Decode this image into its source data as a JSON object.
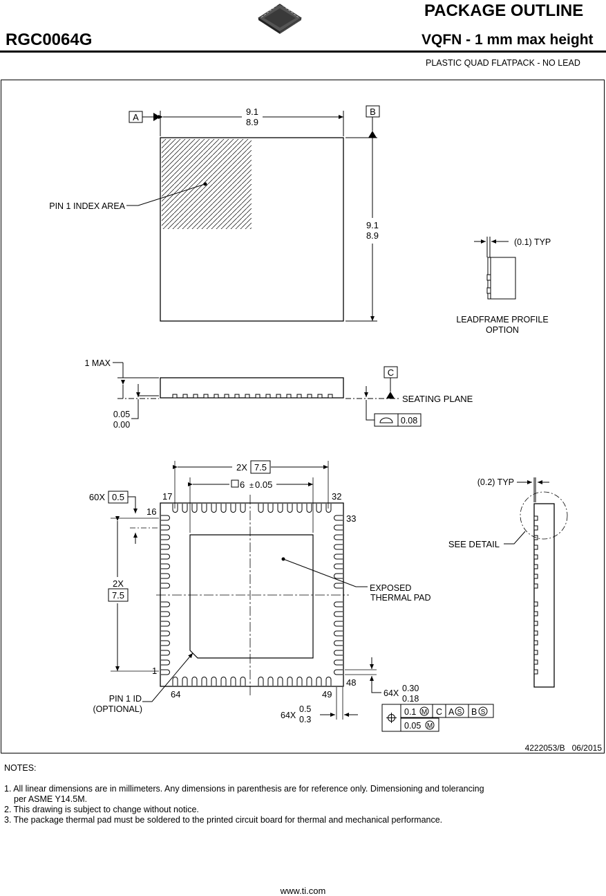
{
  "header": {
    "title": "PACKAGE OUTLINE",
    "part_number": "RGC0064G",
    "subtitle": "VQFN - 1 mm max height",
    "package_type": "PLASTIC QUAD FLATPACK - NO LEAD"
  },
  "top_view": {
    "datum_a": "A",
    "datum_b": "B",
    "width_max": "9.1",
    "width_min": "8.9",
    "height_max": "9.1",
    "height_min": "8.9",
    "pin1_index_label": "PIN 1 INDEX AREA"
  },
  "leadframe": {
    "typ_label": "(0.1) TYP",
    "option_line1": "LEADFRAME PROFILE",
    "option_line2": "OPTION"
  },
  "side_view": {
    "max_label": "1 MAX",
    "datum_c": "C",
    "seating_plane": "SEATING PLANE",
    "standoff_max": "0.05",
    "standoff_min": "0.00",
    "flatness": "0.08"
  },
  "bottom_view": {
    "span_count": "2X",
    "span_value": "7.5",
    "pad_dimension": "6",
    "pad_tolerance": "0.05",
    "pitch_count": "60X",
    "pitch_value": "0.5",
    "pin_17": "17",
    "pin_16": "16",
    "pin_32": "32",
    "pin_33": "33",
    "pin_1": "1",
    "pin_64": "64",
    "pin_49": "49",
    "pin_48": "48",
    "vertical_count": "2X",
    "vertical_value": "7.5",
    "thermal_pad_line1": "EXPOSED",
    "thermal_pad_line2": "THERMAL PAD",
    "pin1_id_line1": "PIN 1 ID",
    "pin1_id_line2": "(OPTIONAL)",
    "lead_width_count": "64X",
    "lead_width_max": "0.30",
    "lead_width_min": "0.18",
    "lead_length_count": "64X",
    "lead_length_max": "0.5",
    "lead_length_min": "0.3",
    "fcf_row1_tol": "0.1",
    "fcf_datum_c": "C",
    "fcf_datum_a": "A",
    "fcf_datum_b": "B",
    "fcf_row2_tol": "0.05"
  },
  "right_side": {
    "typ_label": "(0.2) TYP",
    "detail_label": "SEE DETAIL"
  },
  "drawing_number": "4222053/B   06/2015",
  "notes": {
    "title": "NOTES:",
    "note1_line1": "1. All linear dimensions are in millimeters. Any dimensions in parenthesis are for reference only. Dimensioning and tolerancing",
    "note1_line2": "per ASME Y14.5M.",
    "note2": "2. This drawing is subject to change without notice.",
    "note3": "3. The package thermal pad must be soldered to the printed circuit board for thermal and mechanical performance."
  },
  "footer_url": "www.ti.com"
}
